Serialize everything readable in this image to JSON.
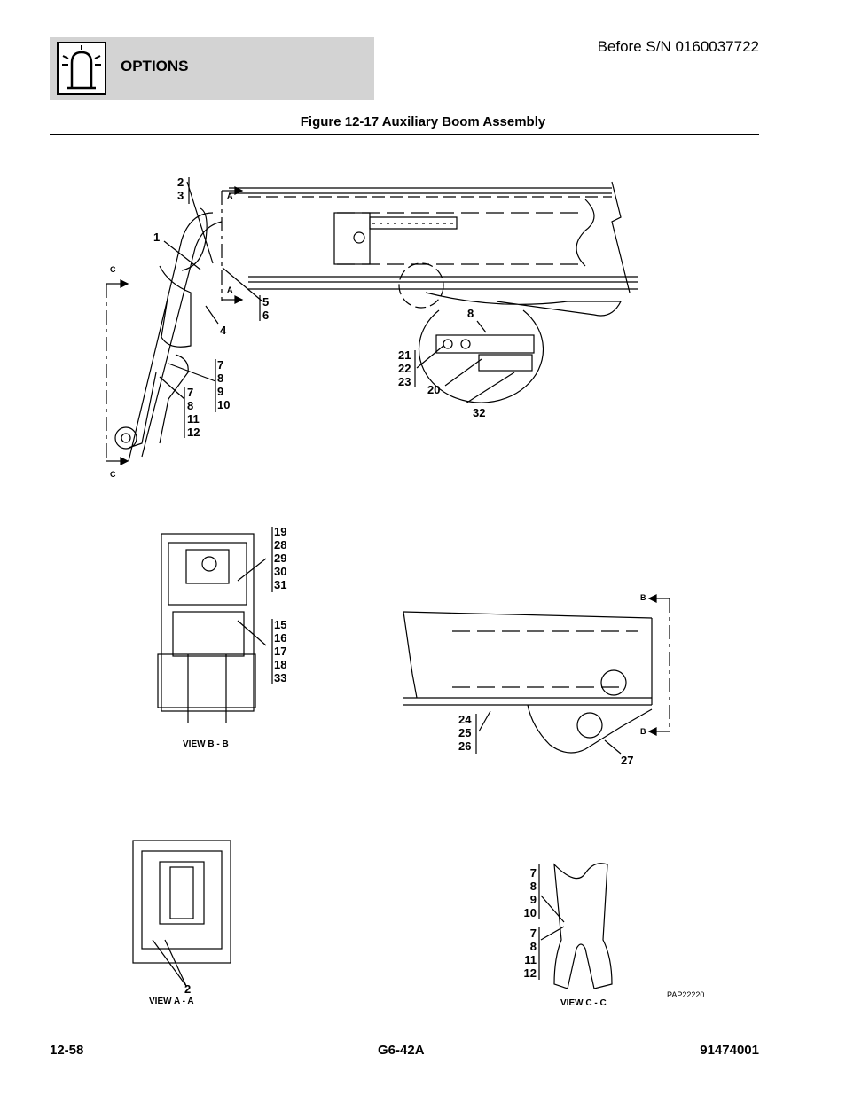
{
  "header": {
    "section_title": "OPTIONS",
    "serial_note": "Before S/N 0160037722",
    "icon": "options-light-icon"
  },
  "figure": {
    "title": "Figure 12-17 Auxiliary Boom Assembly",
    "drawing_id": "PAP22220"
  },
  "callouts": {
    "c2_3": [
      "2",
      "3"
    ],
    "c1": "1",
    "c5_6": [
      "5",
      "6"
    ],
    "c4": "4",
    "c7_10": [
      "7",
      "8",
      "9",
      "10"
    ],
    "c7_12": [
      "7",
      "8",
      "11",
      "12"
    ],
    "c8": "8",
    "c21_23": [
      "21",
      "22",
      "23"
    ],
    "c20": "20",
    "c32": "32",
    "c19_31": [
      "19",
      "28",
      "29",
      "30",
      "31"
    ],
    "c15_33": [
      "15",
      "16",
      "17",
      "18",
      "33"
    ],
    "c24_26": [
      "24",
      "25",
      "26"
    ],
    "c27": "27",
    "c2_viewA": "2",
    "viewC_upper": [
      "7",
      "8",
      "9",
      "10"
    ],
    "viewC_lower": [
      "7",
      "8",
      "11",
      "12"
    ]
  },
  "section_markers": {
    "a": "A",
    "b": "B",
    "c": "C"
  },
  "views": {
    "b": "VIEW B - B",
    "a": "VIEW A - A",
    "c": "VIEW C - C"
  },
  "footer": {
    "page": "12-58",
    "model": "G6-42A",
    "doc_number": "91474001"
  }
}
